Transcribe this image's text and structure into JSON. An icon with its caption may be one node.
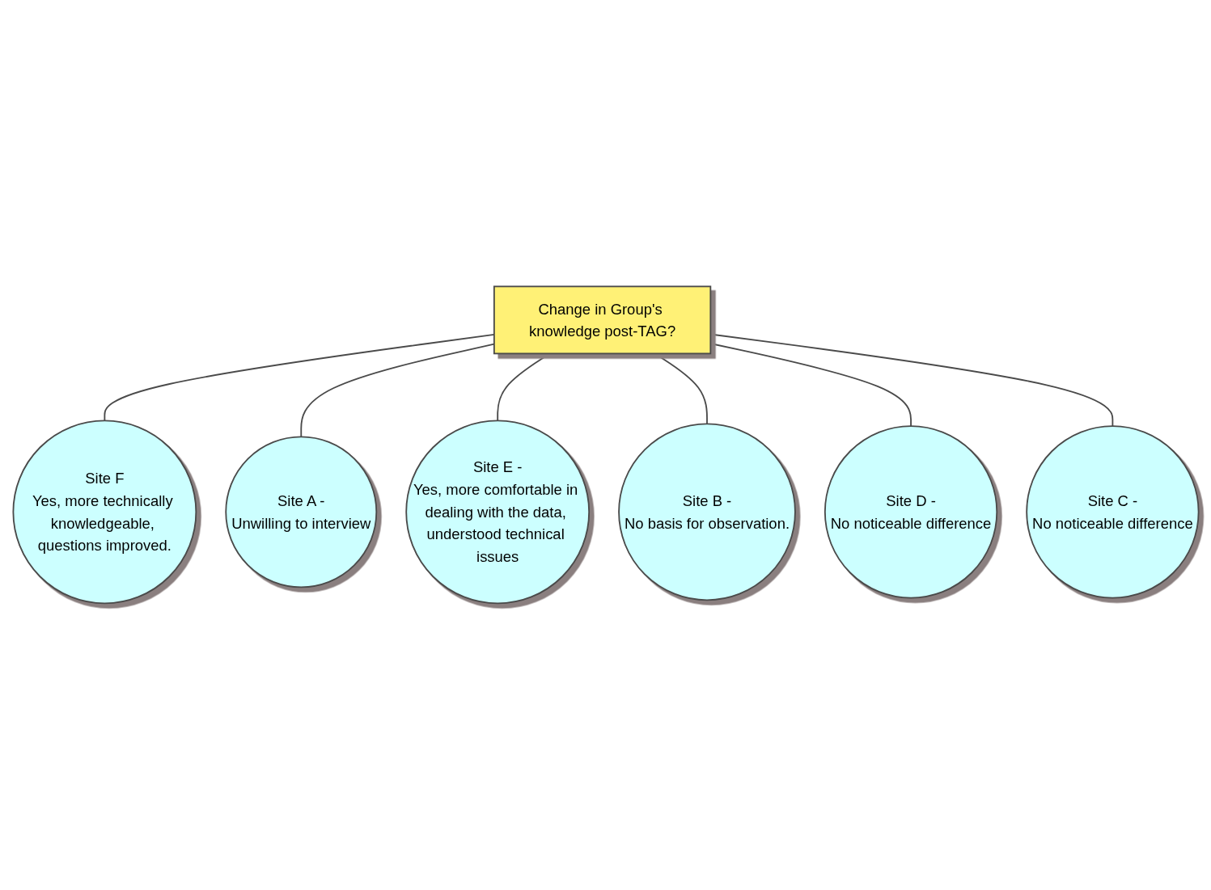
{
  "diagram": {
    "nodes": [
      {
        "text": [
          "Site F",
          "Yes, more technically knowledgeable, questions improved."
        ]
      },
      {
        "text": [
          "Site A -",
          "Unwilling to interview"
        ]
      },
      {
        "text": [
          "Site E -",
          "Yes, more comfortable in dealing with the data, understood technical issues"
        ]
      },
      {
        "text": [
          "Change in Group's knowledge post-TAG?"
        ]
      },
      {
        "text": [
          "Site B -",
          "No basis for observation."
        ]
      },
      {
        "text": [
          "Site D -",
          "No noticeable difference"
        ]
      },
      {
        "text": [
          "Site C -",
          "No noticeable difference"
        ]
      }
    ],
    "edges": [
      {
        "from": 3,
        "to": 0,
        "arrow": "none"
      },
      {
        "from": 3,
        "to": 1,
        "arrow": "none"
      },
      {
        "from": 3,
        "to": 2,
        "arrow": "none"
      },
      {
        "from": 3,
        "to": 4,
        "arrow": "none"
      },
      {
        "from": 3,
        "to": 5,
        "arrow": "none"
      },
      {
        "from": 3,
        "to": 6,
        "arrow": "none"
      }
    ]
  }
}
